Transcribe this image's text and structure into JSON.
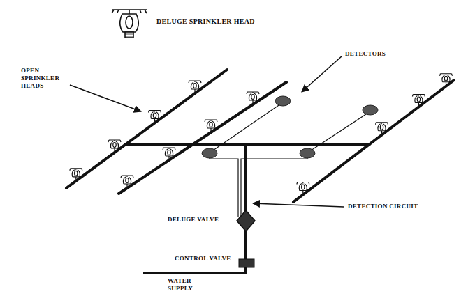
{
  "diagram": {
    "labels": [
      "DELUGE SPRINKLER HEAD",
      "OPEN SPRINKLER HEADS",
      "DETECTORS",
      "DETECTION CIRCUIT",
      "DELUGE VALVE",
      "CONTROL VALVE",
      "WATER SUPPLY"
    ]
  }
}
